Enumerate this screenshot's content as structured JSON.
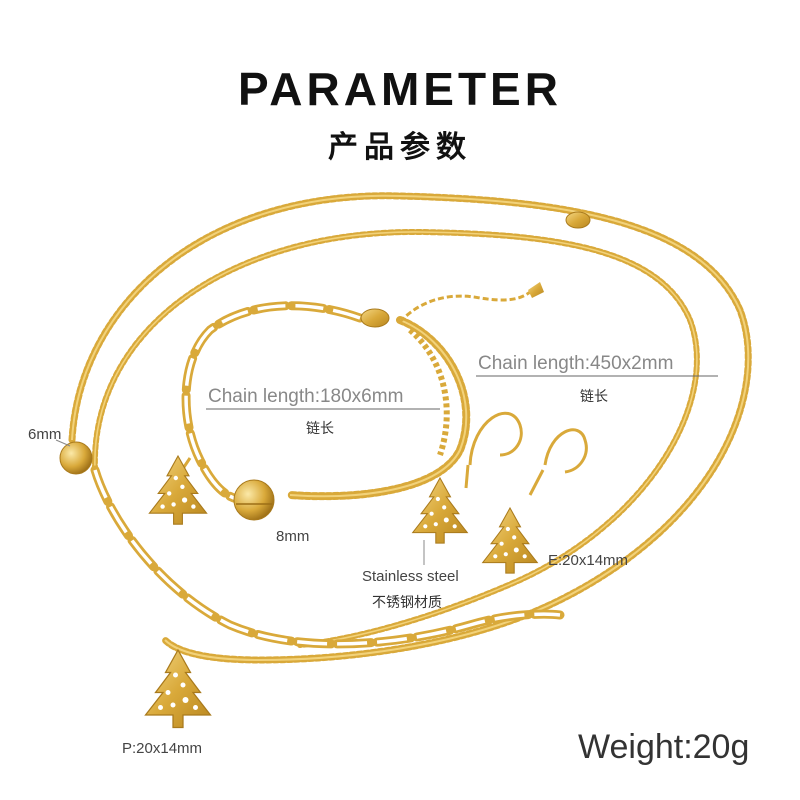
{
  "header": {
    "title": "PARAMETER",
    "subtitle": "产品参数"
  },
  "specs": {
    "bracelet_label": "Chain length",
    "bracelet_value": ":180x6mm",
    "bracelet_cn": "链长",
    "necklace_label": "Chain length",
    "necklace_value": ":450x2mm",
    "necklace_cn": "链长",
    "bead_size": "6mm",
    "bell_size": "8mm",
    "material": "Stainless steel",
    "material_cn": "不锈钢材质",
    "earring_size": "E:20x14mm",
    "pendant_size": "P:20x14mm",
    "weight": "Weight:20g"
  },
  "colors": {
    "gold": "#D9A93A",
    "gold_light": "#F2D27A",
    "gold_dark": "#A97A1C",
    "background": "#FFFFFF"
  }
}
